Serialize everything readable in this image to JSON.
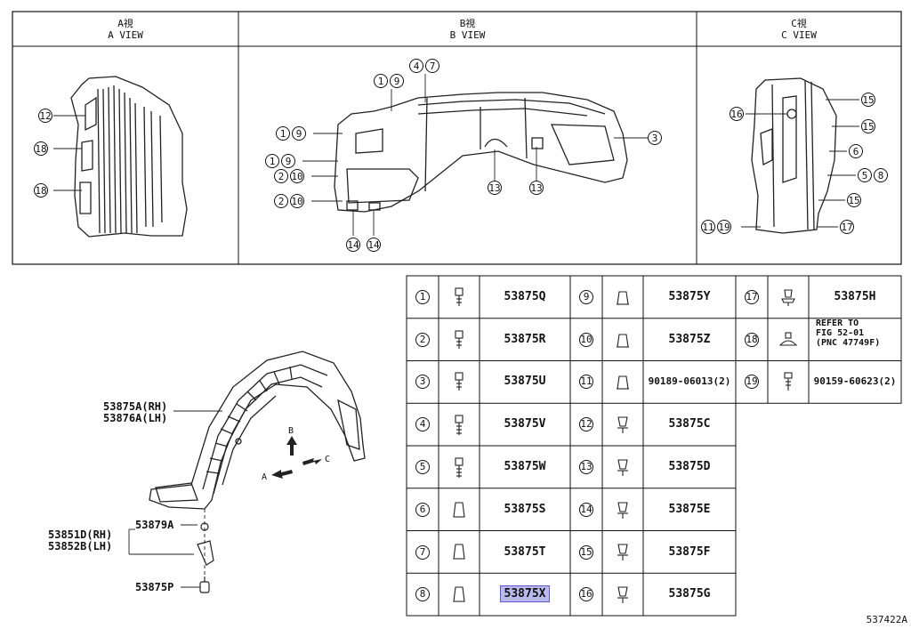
{
  "views": {
    "a": {
      "jp": "A視",
      "en": "A VIEW"
    },
    "b": {
      "jp": "B視",
      "en": "B VIEW"
    },
    "c": {
      "jp": "C視",
      "en": "C VIEW"
    }
  },
  "callouts": {
    "a": [
      "12",
      "18",
      "18"
    ],
    "b": [
      "1",
      "9",
      "4",
      "7",
      "1",
      "9",
      "3",
      "1",
      "9",
      "2",
      "10",
      "13",
      "13",
      "2",
      "10",
      "14",
      "14"
    ],
    "c": [
      "15",
      "16",
      "15",
      "6",
      "5",
      "8",
      "15",
      "11",
      "19",
      "17"
    ]
  },
  "main_diagram": {
    "liner_rh": "53875A(RH)",
    "liner_lh": "53876A(LH)",
    "clip": "53879A",
    "seal_rh": "53851D(RH)",
    "seal_lh": "53852B(LH)",
    "screw": "53875P",
    "arrow_a": "A",
    "arrow_b": "B",
    "arrow_c": "C"
  },
  "parts_table": {
    "col1": [
      {
        "num": "1",
        "code": "53875Q"
      },
      {
        "num": "2",
        "code": "53875R"
      },
      {
        "num": "3",
        "code": "53875U"
      },
      {
        "num": "4",
        "code": "53875V"
      },
      {
        "num": "5",
        "code": "53875W"
      },
      {
        "num": "6",
        "code": "53875S"
      },
      {
        "num": "7",
        "code": "53875T"
      },
      {
        "num": "8",
        "code": "53875X",
        "highlighted": true
      }
    ],
    "col2": [
      {
        "num": "9",
        "code": "53875Y"
      },
      {
        "num": "10",
        "code": "53875Z"
      },
      {
        "num": "11",
        "code": "90189-06013(2)"
      },
      {
        "num": "12",
        "code": "53875C"
      },
      {
        "num": "13",
        "code": "53875D"
      },
      {
        "num": "14",
        "code": "53875E"
      },
      {
        "num": "15",
        "code": "53875F"
      },
      {
        "num": "16",
        "code": "53875G"
      }
    ],
    "col3": [
      {
        "num": "17",
        "code": "53875H"
      },
      {
        "num": "18",
        "code_lines": [
          "REFER TO",
          "FIG 52-01",
          "(PNC 47749F)"
        ]
      },
      {
        "num": "19",
        "code": "90159-60623(2)"
      }
    ]
  },
  "figure_id": "537422A",
  "highlight_color": "#b9b9ee"
}
